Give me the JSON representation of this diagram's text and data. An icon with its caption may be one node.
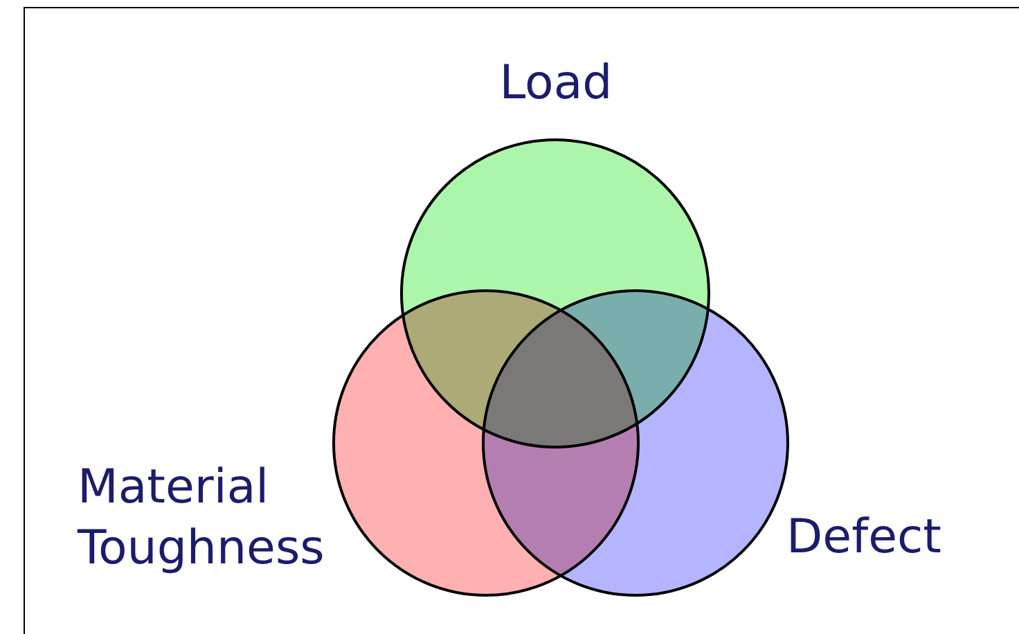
{
  "diagram": {
    "nodes": [
      {
        "text": [
          "Load"
        ]
      },
      {
        "text": [
          "Material Toughness"
        ]
      },
      {
        "text": [
          "Defect"
        ]
      }
    ]
  }
}
